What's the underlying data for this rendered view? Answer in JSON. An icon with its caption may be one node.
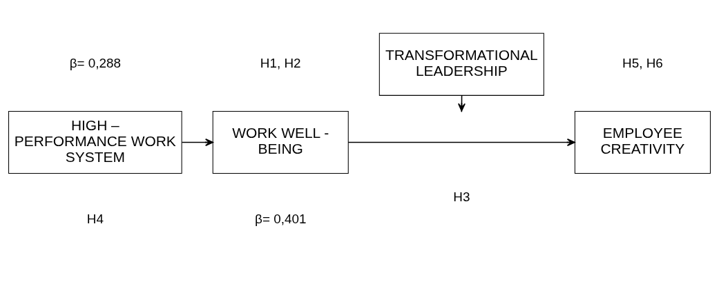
{
  "diagram": {
    "nodes": [
      {
        "text": [
          "HIGH – PERFORMANCE WORK SYSTEM"
        ]
      },
      {
        "text": [
          "WORK WELL - BEING"
        ]
      },
      {
        "text": [
          "TRANSFORMATIONAL LEADERSHIP"
        ]
      },
      {
        "text": [
          "EMPLOYEE CREATIVITY"
        ]
      }
    ],
    "edges": [
      {
        "from": 0,
        "to": 1,
        "arrow": "to"
      },
      {
        "from": 1,
        "to": 3,
        "arrow": "to"
      },
      {
        "from": 2,
        "to": null,
        "arrow": "to"
      }
    ],
    "labels": [
      "β= 0,288",
      "H1, H2",
      "β= 0,401",
      "H5, H6",
      "H4",
      "H3"
    ]
  }
}
